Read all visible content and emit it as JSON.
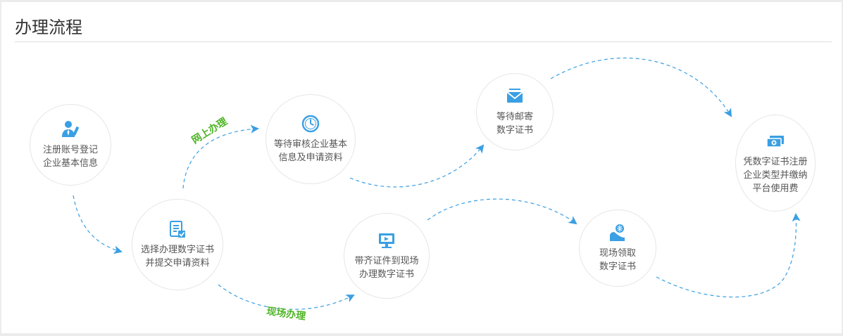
{
  "title": "办理流程",
  "colors": {
    "accent": "#3a9fe3",
    "route": "#4fb526",
    "text": "#555555",
    "border": "#e6e6e6"
  },
  "routes": {
    "online": "网上办理",
    "onsite": "现场办理"
  },
  "steps": [
    {
      "id": "register",
      "label": "注册账号登记\n企业基本信息",
      "icon": "user-register-icon"
    },
    {
      "id": "choose",
      "label": "选择办理数字证书\n并提交申请资料",
      "icon": "checklist-icon"
    },
    {
      "id": "review",
      "label": "等待审核企业基本\n信息及申请资料",
      "icon": "clock-icon"
    },
    {
      "id": "mail",
      "label": "等待邮寄\n数字证书",
      "icon": "envelope-icon"
    },
    {
      "id": "bring",
      "label": "带齐证件到现场\n办理数字证书",
      "icon": "monitor-icon"
    },
    {
      "id": "collect",
      "label": "现场领取\n数字证书",
      "icon": "hand-globe-icon"
    },
    {
      "id": "pay",
      "label": "凭数字证书注册\n企业类型并缴纳\n平台使用费",
      "icon": "money-icon"
    }
  ]
}
